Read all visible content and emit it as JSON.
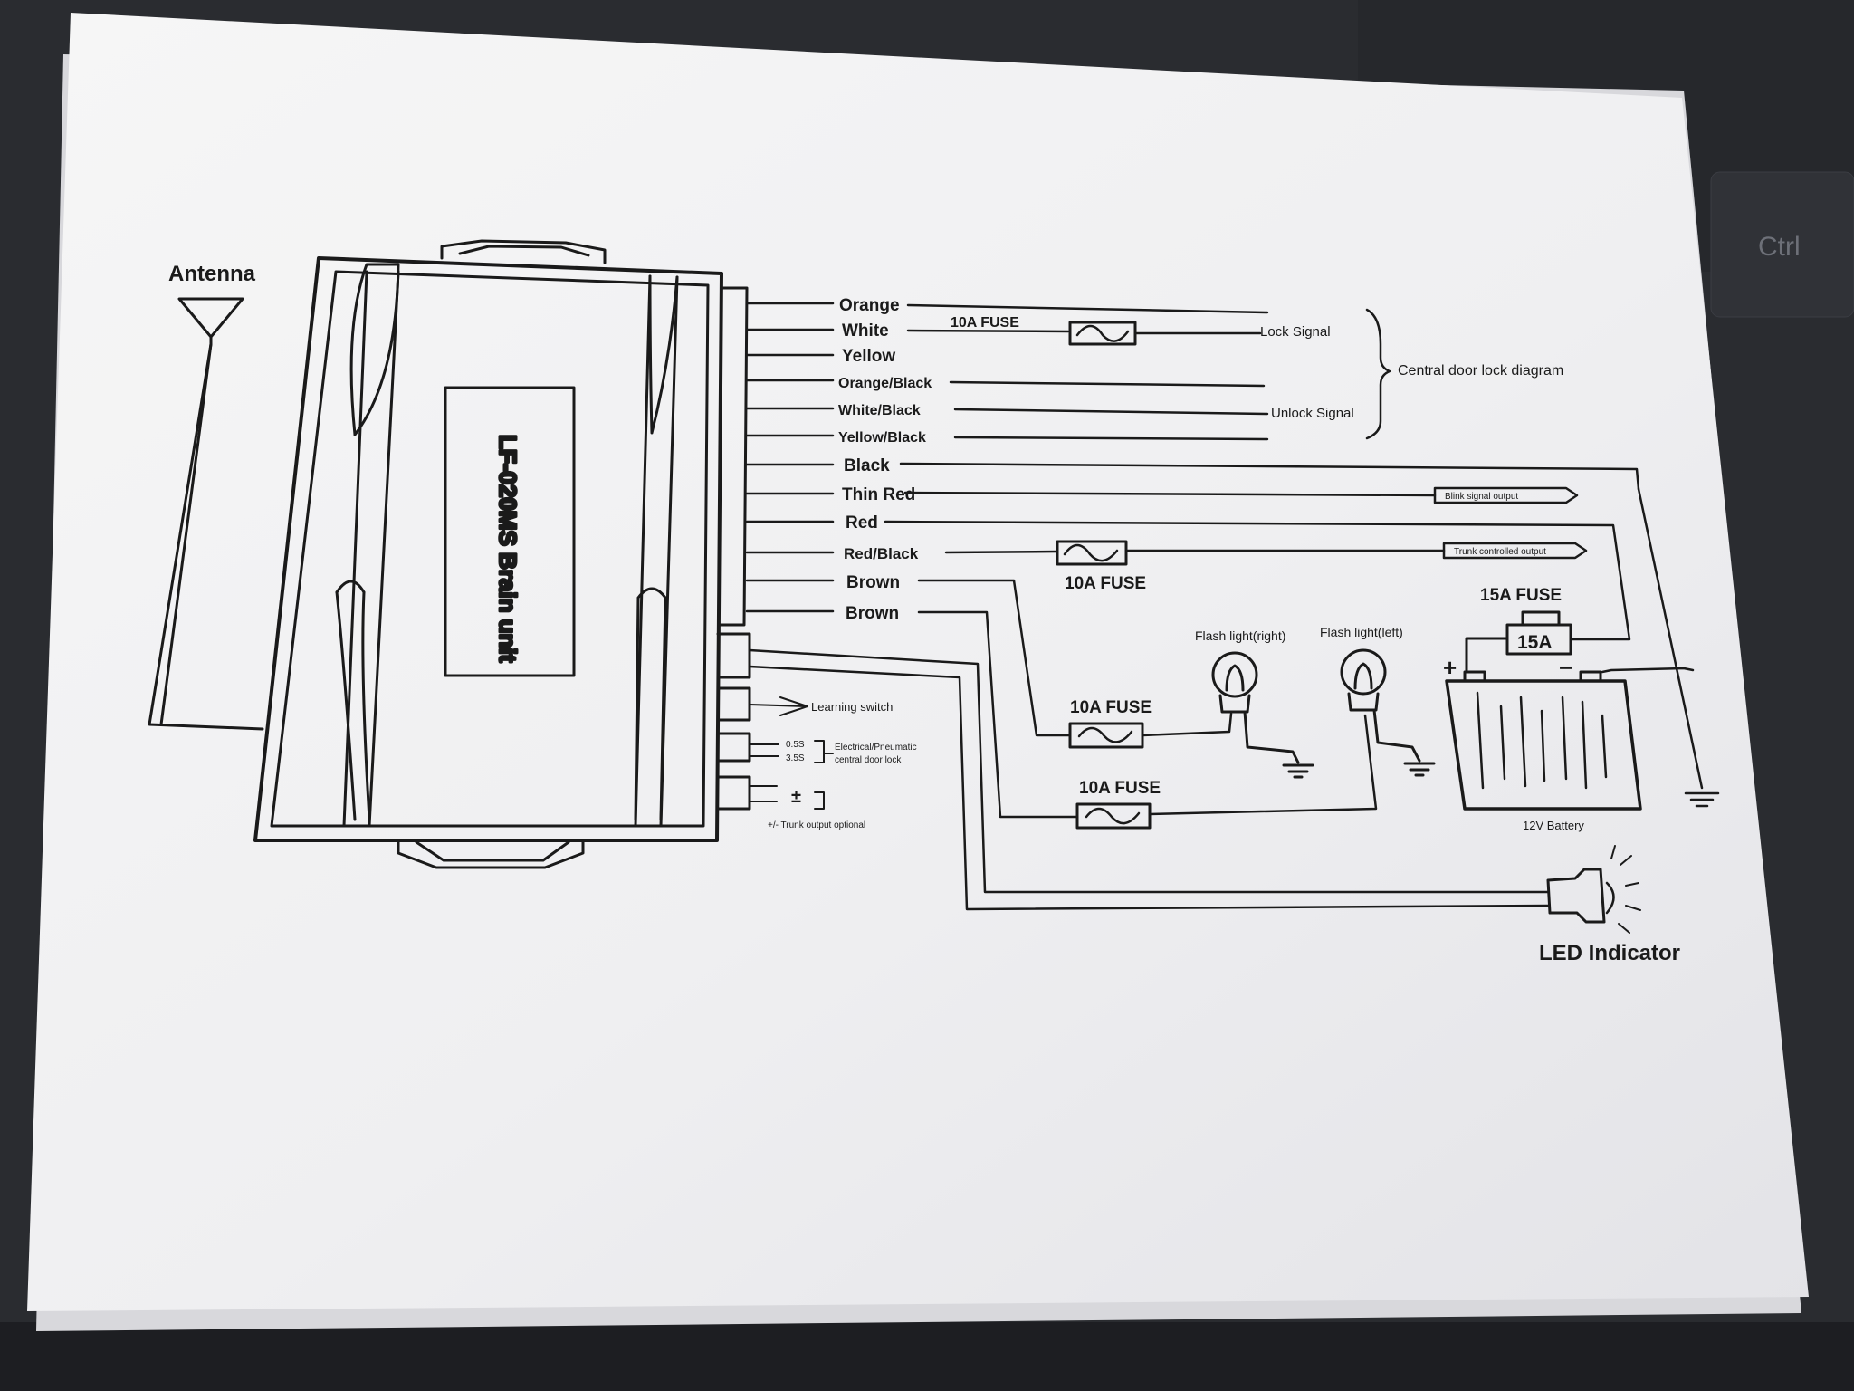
{
  "diagram": {
    "antenna_label": "Antenna",
    "brain_unit_label": "LF-020MS Brain unit",
    "wires": [
      "Orange",
      "White",
      "Yellow",
      "Orange/Black",
      "White/Black",
      "Yellow/Black",
      "Black",
      "Thin Red",
      "Red",
      "Red/Black",
      "Brown",
      "Brown"
    ],
    "fuse_white_label": "10A FUSE",
    "lock_signal_label": "Lock Signal",
    "unlock_signal_label": "Unlock Signal",
    "central_door_lock_label": "Central door lock diagram",
    "blink_output_label": "Blink signal output",
    "trunk_output_label": "Trunk controlled output",
    "fuse_redblack_label": "10A FUSE",
    "fuse_15a_label": "15A FUSE",
    "fuse_15a_box_label": "15A",
    "flash_right_label": "Flash light(right)",
    "flash_left_label": "Flash light(left)",
    "fuse_flash_right_label": "10A FUSE",
    "fuse_flash_left_label": "10A FUSE",
    "battery_label": "12V Battery",
    "battery_plus": "+",
    "battery_minus": "−",
    "learning_switch_label": "Learning switch",
    "pulse_05_label": "0.5S",
    "pulse_35_label": "3.5S",
    "door_lock_type_label": "Electrical/Pneumatic",
    "door_lock_type_label2": "central door lock",
    "trunk_polarity_symbol": "±",
    "trunk_optional_label": "+/- Trunk output optional",
    "led_indicator_label": "LED Indicator"
  },
  "background": {
    "keyboard_key": "Ctrl"
  }
}
